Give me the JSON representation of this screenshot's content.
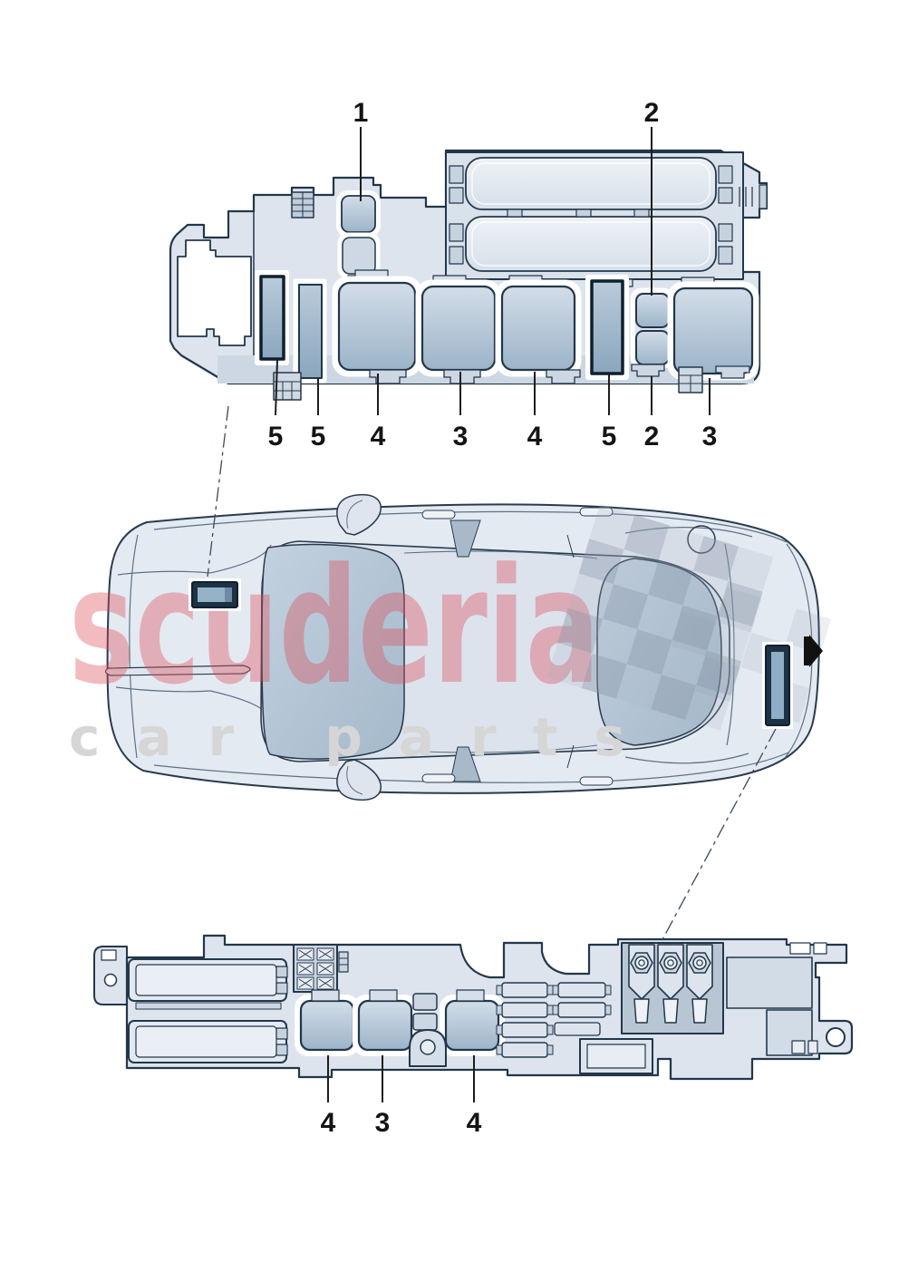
{
  "watermark": {
    "brand": "scuderia",
    "tagline": "car parts",
    "brand_color": "rgba(222,77,86,0.38)",
    "tagline_color": "#d6d6d6"
  },
  "callouts": {
    "engine_top": [
      "1",
      "2"
    ],
    "engine_bottom": [
      "5",
      "5",
      "4",
      "3",
      "4",
      "5",
      "2",
      "3"
    ],
    "trunk": [
      "4",
      "3",
      "4"
    ]
  },
  "colors": {
    "outline": "#23374a",
    "outline_strong": "#0f1f2e",
    "body_fill": "#dde4ee",
    "body_shade": "#cdd7e3",
    "relay_light": "#d5dee9",
    "relay_dark": "#9cb4c9",
    "glass": "#b7c7d7",
    "marker_frame": "#1e3246",
    "marker_inner": "#96b2c9",
    "checker": "#8c99ab"
  }
}
